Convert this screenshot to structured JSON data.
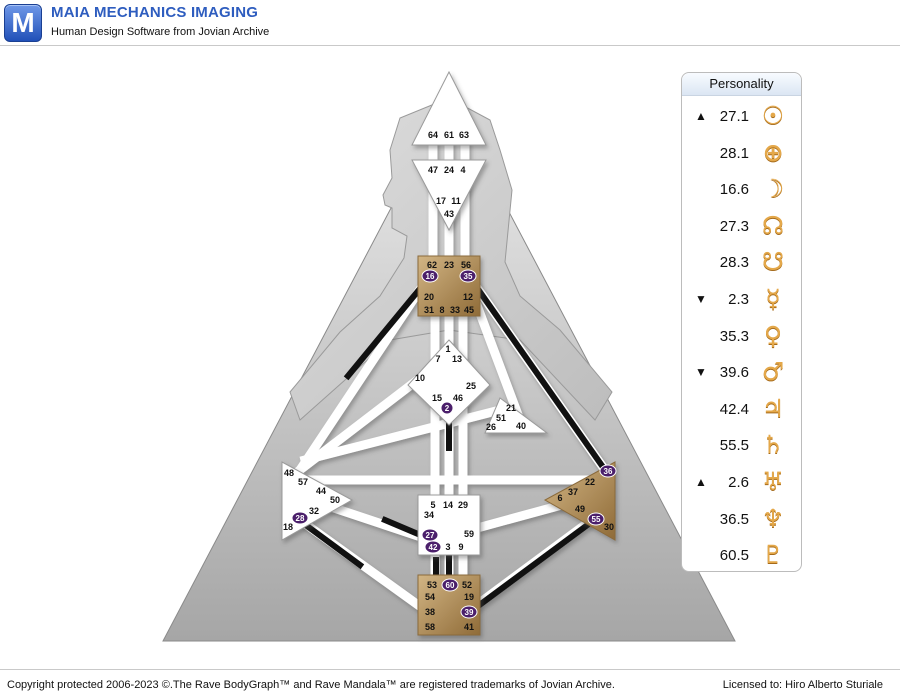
{
  "header": {
    "logo_letter": "M",
    "title": "MAIA MECHANICS IMAGING",
    "subtitle": "Human Design Software from Jovian Archive"
  },
  "footer": {
    "copyright": "Copyright protected 2006-2023 ©.The Rave BodyGraph™ and Rave Mandala™ are registered trademarks of Jovian Archive.",
    "license": "Licensed to: Hiro Alberto Sturiale"
  },
  "panel": {
    "title": "Personality",
    "rows": [
      {
        "arrow": "▲",
        "value": "27.1",
        "icon": "sun-icon",
        "glyph": "☉"
      },
      {
        "arrow": "",
        "value": "28.1",
        "icon": "earth-icon",
        "glyph": "⊕"
      },
      {
        "arrow": "",
        "value": "16.6",
        "icon": "moon-icon",
        "glyph": "☽"
      },
      {
        "arrow": "",
        "value": "27.3",
        "icon": "north-node-icon",
        "glyph": "☊"
      },
      {
        "arrow": "",
        "value": "28.3",
        "icon": "south-node-icon",
        "glyph": "☋"
      },
      {
        "arrow": "▼",
        "value": "2.3",
        "icon": "mercury-icon",
        "glyph": "☿"
      },
      {
        "arrow": "",
        "value": "35.3",
        "icon": "venus-icon",
        "glyph": "♀"
      },
      {
        "arrow": "▼",
        "value": "39.6",
        "icon": "mars-icon",
        "glyph": "♂"
      },
      {
        "arrow": "",
        "value": "42.4",
        "icon": "jupiter-icon",
        "glyph": "♃"
      },
      {
        "arrow": "",
        "value": "55.5",
        "icon": "saturn-icon",
        "glyph": "♄"
      },
      {
        "arrow": "▲",
        "value": "2.6",
        "icon": "uranus-icon",
        "glyph": "♅"
      },
      {
        "arrow": "",
        "value": "36.5",
        "icon": "neptune-icon",
        "glyph": "♆"
      },
      {
        "arrow": "",
        "value": "60.5",
        "icon": "pluto-icon",
        "glyph": "♇"
      }
    ]
  },
  "colors": {
    "defined_center": "#b8925a",
    "active_gate": "#4b1f6b",
    "channel_defined": "#111111",
    "open_center": "#ffffff",
    "brand_blue": "#2e5dbf",
    "glyph_gold": "#e4a84a"
  },
  "bodygraph": {
    "head": {
      "gates": [
        "64",
        "61",
        "63"
      ]
    },
    "ajna": {
      "gates": [
        "47",
        "24",
        "4",
        "17",
        "11",
        "43"
      ]
    },
    "throat": {
      "gates": [
        "62",
        "23",
        "56",
        "16",
        "35",
        "20",
        "12",
        "31",
        "8",
        "33",
        "45"
      ],
      "active": [
        "16",
        "35"
      ]
    },
    "g": {
      "gates": [
        "1",
        "7",
        "13",
        "10",
        "25",
        "15",
        "46",
        "2"
      ],
      "active": [
        "2"
      ]
    },
    "ego": {
      "gates": [
        "21",
        "51",
        "26",
        "40"
      ]
    },
    "spleen": {
      "gates": [
        "48",
        "57",
        "44",
        "50",
        "32",
        "28",
        "18"
      ],
      "active": [
        "28"
      ]
    },
    "solar_plexus": {
      "gates": [
        "36",
        "22",
        "37",
        "6",
        "49",
        "55",
        "30"
      ],
      "active": [
        "36",
        "55"
      ]
    },
    "sacral": {
      "gates": [
        "5",
        "14",
        "29",
        "34",
        "59",
        "27",
        "42",
        "3",
        "9"
      ],
      "active": [
        "27",
        "42"
      ]
    },
    "root": {
      "gates": [
        "53",
        "60",
        "52",
        "54",
        "19",
        "38",
        "39",
        "58",
        "41"
      ],
      "active": [
        "60",
        "39"
      ]
    }
  }
}
